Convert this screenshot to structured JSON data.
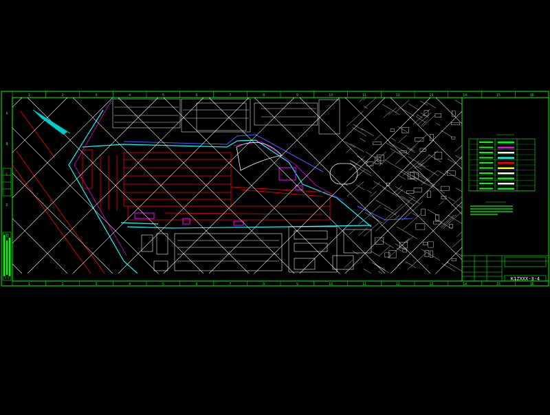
{
  "colors": {
    "background": "#000000",
    "frame": "#00ff00",
    "site_grid": "#ffffff",
    "buildings": "#ff0000",
    "road": "#00ffff",
    "highlight": "#ff00ff",
    "boundary": "#0000ff",
    "north_arrow": "#00cccc"
  },
  "frame": {
    "top_ticks": [
      "1",
      "2",
      "3",
      "4",
      "5",
      "6",
      "7",
      "8",
      "9",
      "10",
      "11",
      "12",
      "13",
      "14",
      "15",
      "16"
    ],
    "side_ticks": [
      "A",
      "B",
      "C",
      "D",
      "E",
      "F"
    ]
  },
  "title_block": {
    "drawing_number": "K1ZXXX-3-4"
  }
}
